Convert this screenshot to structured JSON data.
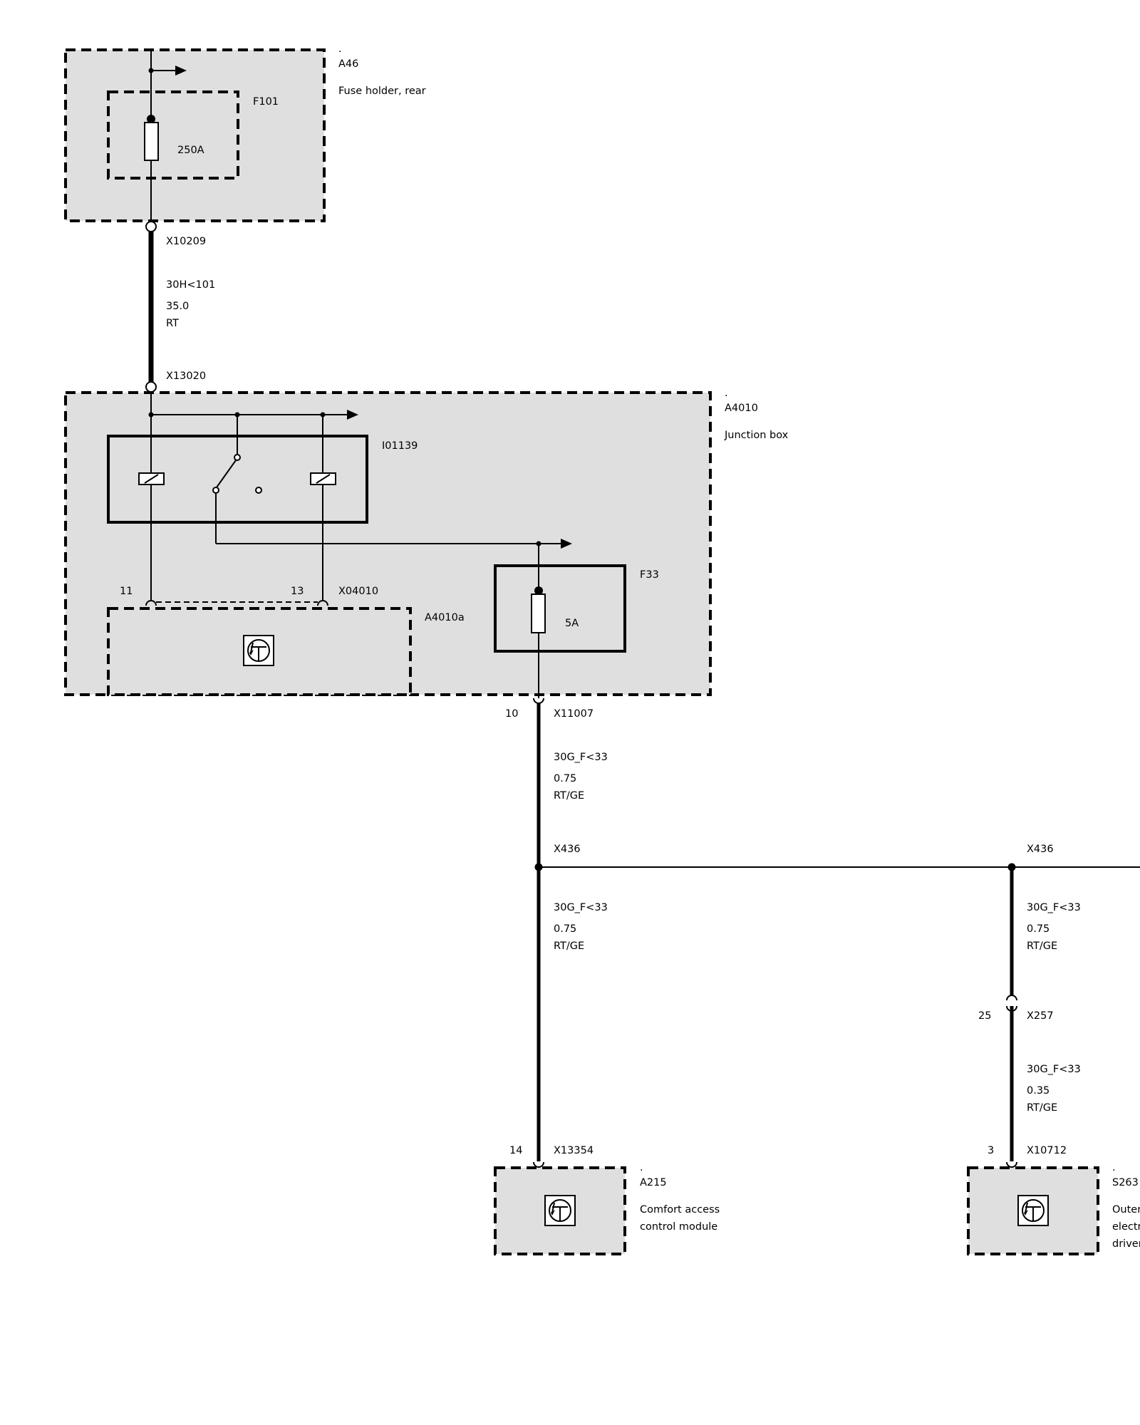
{
  "components": {
    "a46": {
      "dot": ".",
      "id": "A46",
      "desc": "Fuse holder, rear"
    },
    "f101": {
      "id": "F101",
      "rating": "250A"
    },
    "a4010": {
      "dot": ".",
      "id": "A4010",
      "desc": "Junction box"
    },
    "i01139": {
      "id": "I01139"
    },
    "a4010a": {
      "id": "A4010a"
    },
    "f33": {
      "id": "F33",
      "rating": "5A"
    },
    "a215": {
      "dot": ".",
      "id": "A215",
      "desc_line1": "Comfort access",
      "desc_line2": "control module"
    },
    "s263": {
      "dot": ".",
      "id": "S263",
      "desc_line1": "Outer",
      "desc_line2": "electr",
      "desc_line3": "driver"
    }
  },
  "connectors": {
    "x10209": "X10209",
    "x13020": "X13020",
    "x04010": {
      "id": "X04010",
      "pin_left": "11",
      "pin_right": "13"
    },
    "x11007": {
      "id": "X11007",
      "pin": "10"
    },
    "x436_left": "X436",
    "x436_right": "X436",
    "x257": {
      "id": "X257",
      "pin": "25"
    },
    "x13354": {
      "id": "X13354",
      "pin": "14"
    },
    "x10712": {
      "id": "X10712",
      "pin": "3"
    }
  },
  "wires": {
    "w1": {
      "signal": "30H<101",
      "size": "35.0",
      "color": "RT"
    },
    "w2": {
      "signal": "30G_F<33",
      "size": "0.75",
      "color": "RT/GE"
    },
    "w3": {
      "signal": "30G_F<33",
      "size": "0.75",
      "color": "RT/GE"
    },
    "w4": {
      "signal": "30G_F<33",
      "size": "0.75",
      "color": "RT/GE"
    },
    "w5": {
      "signal": "30G_F<33",
      "size": "0.35",
      "color": "RT/GE"
    }
  }
}
